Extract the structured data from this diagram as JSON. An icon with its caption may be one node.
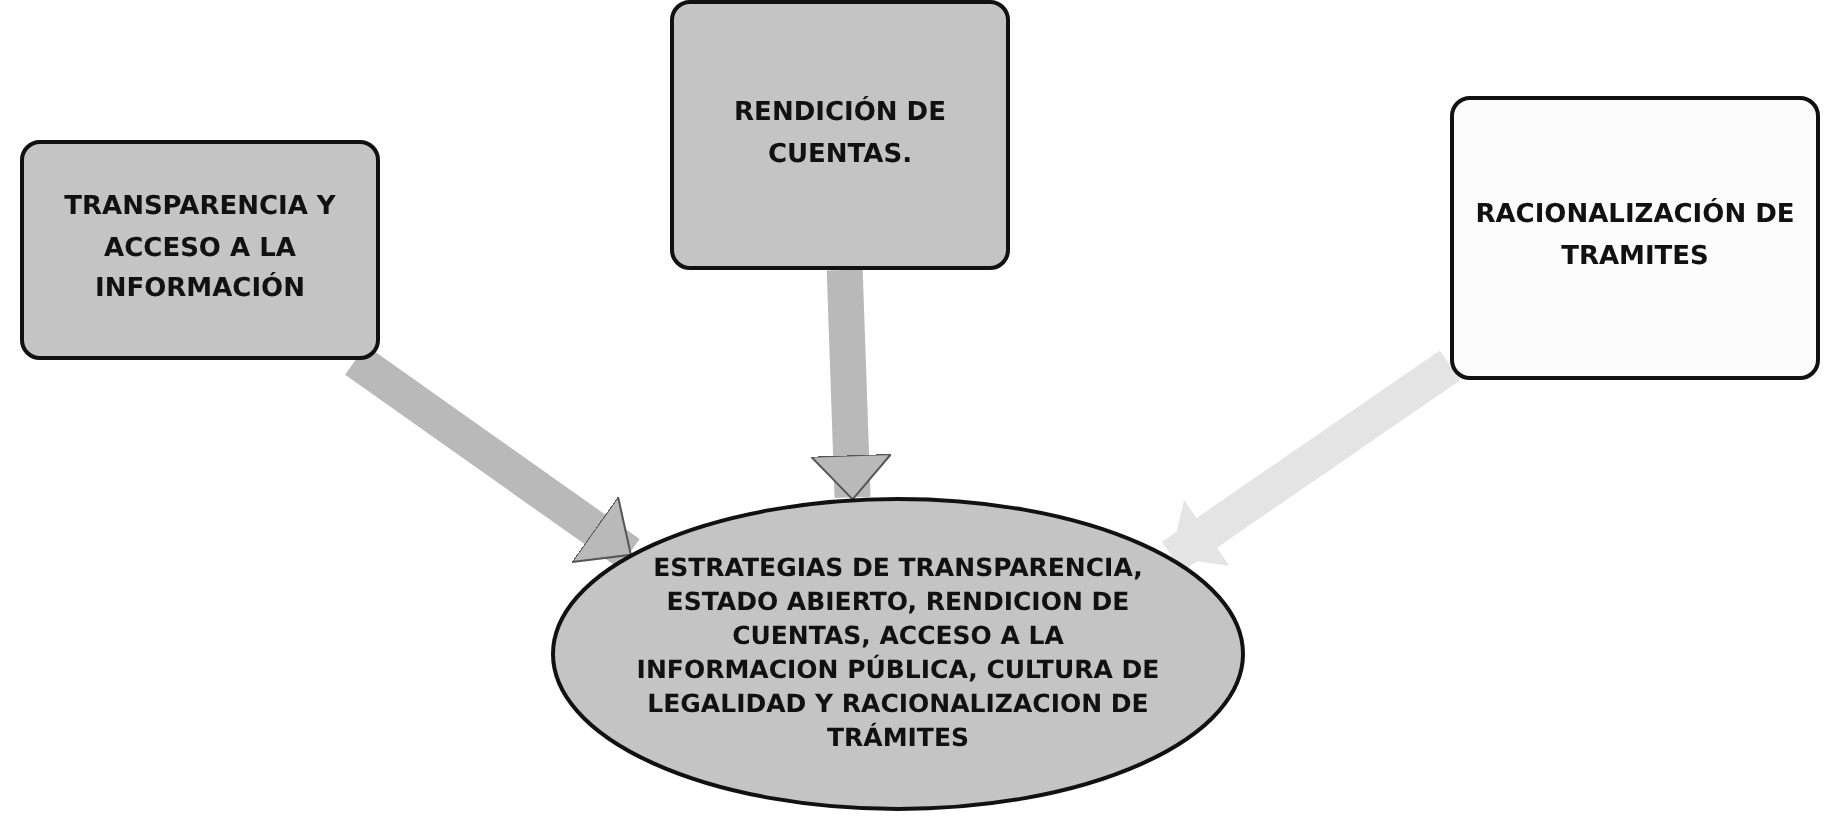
{
  "diagram": {
    "nodes": [
      {
        "text": [
          "TRANSPARENCIA Y ACCESO A LA INFORMACIÓN"
        ]
      },
      {
        "text": [
          "RENDICIÓN DE CUENTAS."
        ]
      },
      {
        "text": [
          "RACIONALIZACIÓN DE TRAMITES"
        ]
      },
      {
        "text": [
          "ESTRATEGIAS DE TRANSPARENCIA, ESTADO ABIERTO, RENDICION DE CUENTAS, ACCESO A LA INFORMACION PÚBLICA, CULTURA DE LEGALIDAD Y RACIONALIZACION DE TRÁMITES"
        ]
      }
    ],
    "edges": [
      {
        "from": 0,
        "to": 3,
        "arrow": "to"
      },
      {
        "from": 1,
        "to": 3,
        "arrow": "to"
      },
      {
        "from": 2,
        "to": 3,
        "arrow": "to",
        "color": "#e4e4e4"
      }
    ]
  }
}
